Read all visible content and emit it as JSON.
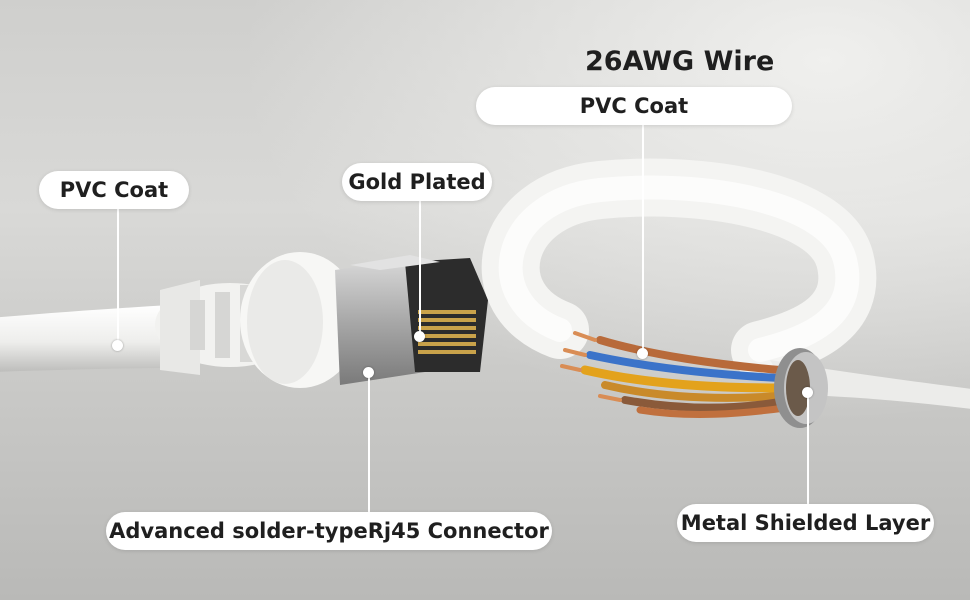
{
  "callouts": {
    "wire_title": "26AWG Wire",
    "pvc_coat_right": "PVC Coat",
    "pvc_coat_left": "PVC Coat",
    "gold_plated": "Gold Plated",
    "connector": "Advanced solder-typeRj45 Connector",
    "shield": "Metal Shielded Layer"
  },
  "colors": {
    "pill_background": "#ffffff",
    "label_text": "#1f1f1f",
    "cable_white": "#f4f4f2",
    "gold_pins": "#c9a24a",
    "copper": "#b86a3a"
  }
}
